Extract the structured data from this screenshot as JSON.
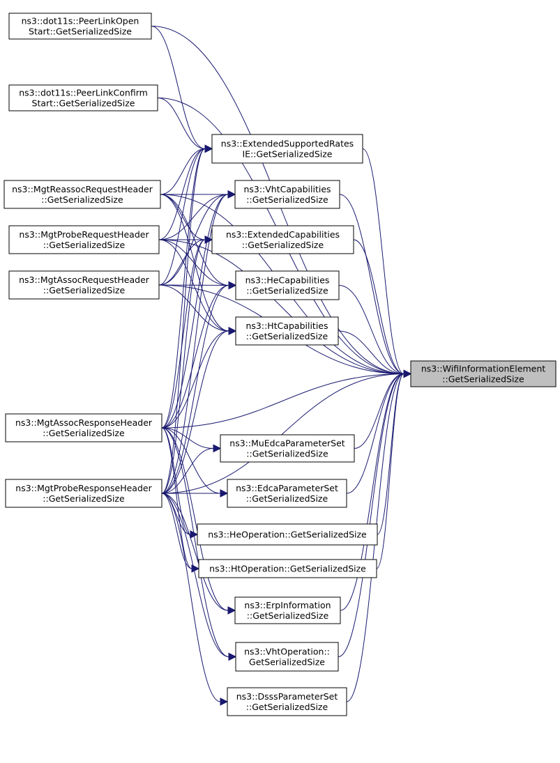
{
  "graph": {
    "nodes": [
      {
        "id": "wie",
        "lines": [
          "ns3::WifiInformationElement",
          "::GetSerializedSize"
        ],
        "focus": true
      },
      {
        "id": "plo",
        "lines": [
          "ns3::dot11s::PeerLinkOpen",
          "Start::GetSerializedSize"
        ]
      },
      {
        "id": "plc",
        "lines": [
          "ns3::dot11s::PeerLinkConfirm",
          "Start::GetSerializedSize"
        ]
      },
      {
        "id": "esr",
        "lines": [
          "ns3::ExtendedSupportedRates",
          "IE::GetSerializedSize"
        ]
      },
      {
        "id": "mrrh",
        "lines": [
          "ns3::MgtReassocRequestHeader",
          "::GetSerializedSize"
        ]
      },
      {
        "id": "vht",
        "lines": [
          "ns3::VhtCapabilities",
          "::GetSerializedSize"
        ]
      },
      {
        "id": "mprh",
        "lines": [
          "ns3::MgtProbeRequestHeader",
          "::GetSerializedSize"
        ]
      },
      {
        "id": "ext",
        "lines": [
          "ns3::ExtendedCapabilities",
          "::GetSerializedSize"
        ]
      },
      {
        "id": "marh",
        "lines": [
          "ns3::MgtAssocRequestHeader",
          "::GetSerializedSize"
        ]
      },
      {
        "id": "he",
        "lines": [
          "ns3::HeCapabilities",
          "::GetSerializedSize"
        ]
      },
      {
        "id": "ht",
        "lines": [
          "ns3::HtCapabilities",
          "::GetSerializedSize"
        ]
      },
      {
        "id": "masr",
        "lines": [
          "ns3::MgtAssocResponseHeader",
          "::GetSerializedSize"
        ]
      },
      {
        "id": "mu",
        "lines": [
          "ns3::MuEdcaParameterSet",
          "::GetSerializedSize"
        ]
      },
      {
        "id": "mpsr",
        "lines": [
          "ns3::MgtProbeResponseHeader",
          "::GetSerializedSize"
        ]
      },
      {
        "id": "edca",
        "lines": [
          "ns3::EdcaParameterSet",
          "::GetSerializedSize"
        ]
      },
      {
        "id": "heop",
        "lines": [
          "ns3::HeOperation::GetSerializedSize"
        ]
      },
      {
        "id": "htop",
        "lines": [
          "ns3::HtOperation::GetSerializedSize"
        ]
      },
      {
        "id": "erp",
        "lines": [
          "ns3::ErpInformation",
          "::GetSerializedSize"
        ]
      },
      {
        "id": "vhtop",
        "lines": [
          "ns3::VhtOperation::",
          "GetSerializedSize"
        ]
      },
      {
        "id": "dsss",
        "lines": [
          "ns3::DsssParameterSet",
          "::GetSerializedSize"
        ]
      }
    ],
    "edges": [
      [
        "plo",
        "wie"
      ],
      [
        "plo",
        "esr"
      ],
      [
        "plc",
        "wie"
      ],
      [
        "plc",
        "esr"
      ],
      [
        "esr",
        "wie"
      ],
      [
        "vht",
        "wie"
      ],
      [
        "ext",
        "wie"
      ],
      [
        "he",
        "wie"
      ],
      [
        "ht",
        "wie"
      ],
      [
        "mu",
        "wie"
      ],
      [
        "edca",
        "wie"
      ],
      [
        "heop",
        "wie"
      ],
      [
        "htop",
        "wie"
      ],
      [
        "erp",
        "wie"
      ],
      [
        "vhtop",
        "wie"
      ],
      [
        "dsss",
        "wie"
      ],
      [
        "mrrh",
        "wie"
      ],
      [
        "mrrh",
        "esr"
      ],
      [
        "mrrh",
        "vht"
      ],
      [
        "mrrh",
        "ext"
      ],
      [
        "mrrh",
        "he"
      ],
      [
        "mrrh",
        "ht"
      ],
      [
        "mprh",
        "wie"
      ],
      [
        "mprh",
        "esr"
      ],
      [
        "mprh",
        "vht"
      ],
      [
        "mprh",
        "ext"
      ],
      [
        "mprh",
        "he"
      ],
      [
        "mprh",
        "ht"
      ],
      [
        "marh",
        "wie"
      ],
      [
        "marh",
        "esr"
      ],
      [
        "marh",
        "vht"
      ],
      [
        "marh",
        "ext"
      ],
      [
        "marh",
        "he"
      ],
      [
        "marh",
        "ht"
      ],
      [
        "masr",
        "wie"
      ],
      [
        "masr",
        "esr"
      ],
      [
        "masr",
        "vht"
      ],
      [
        "masr",
        "ext"
      ],
      [
        "masr",
        "he"
      ],
      [
        "masr",
        "ht"
      ],
      [
        "masr",
        "mu"
      ],
      [
        "masr",
        "edca"
      ],
      [
        "masr",
        "heop"
      ],
      [
        "masr",
        "htop"
      ],
      [
        "masr",
        "erp"
      ],
      [
        "masr",
        "vhtop"
      ],
      [
        "mpsr",
        "wie"
      ],
      [
        "mpsr",
        "esr"
      ],
      [
        "mpsr",
        "vht"
      ],
      [
        "mpsr",
        "ext"
      ],
      [
        "mpsr",
        "he"
      ],
      [
        "mpsr",
        "ht"
      ],
      [
        "mpsr",
        "mu"
      ],
      [
        "mpsr",
        "edca"
      ],
      [
        "mpsr",
        "heop"
      ],
      [
        "mpsr",
        "htop"
      ],
      [
        "mpsr",
        "erp"
      ],
      [
        "mpsr",
        "vhtop"
      ],
      [
        "mpsr",
        "dsss"
      ]
    ]
  }
}
